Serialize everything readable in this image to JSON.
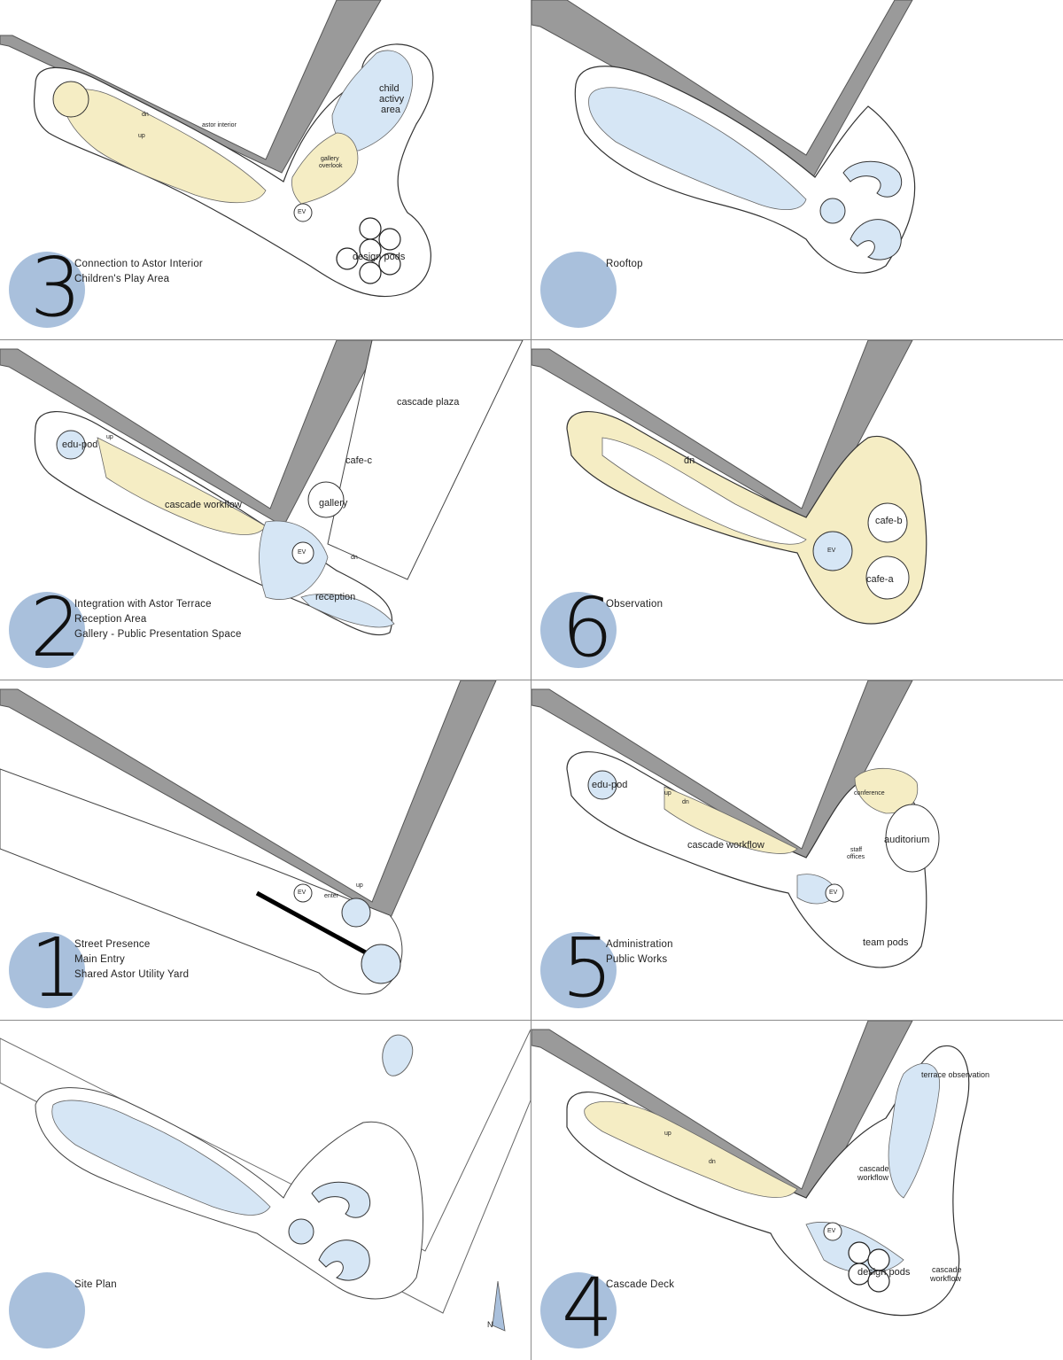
{
  "panels": [
    {
      "number": "3",
      "captions": [
        "Connection to Astor Interior",
        "Children's Play Area"
      ],
      "labels": {
        "astor_interior": "astor interior",
        "child_area": "child\nactivy\narea",
        "child_1": "child",
        "child_2": "activy",
        "child_3": "area",
        "gallery_1": "gallery",
        "gallery_2": "overlook",
        "design_pods": "design pods",
        "ev": "EV",
        "up": "up",
        "dn": "dn"
      }
    },
    {
      "number": "",
      "captions": [
        "Rooftop"
      ],
      "labels": {}
    },
    {
      "number": "2",
      "captions": [
        "Integration with Astor Terrace",
        "Reception Area",
        "Gallery - Public Presentation Space"
      ],
      "labels": {
        "edu_pod": "edu-pod",
        "cascade_workflow": "cascade workflow",
        "cascade_plaza": "cascade plaza",
        "cafe_c": "cafe-c",
        "gallery": "gallery",
        "reception": "reception",
        "ev": "EV",
        "up": "up",
        "dn": "dn"
      }
    },
    {
      "number": "6",
      "captions": [
        "Observation"
      ],
      "labels": {
        "dn": "dn",
        "cafe_b": "cafe-b",
        "cafe_a": "cafe-a",
        "ev": "EV"
      }
    },
    {
      "number": "1",
      "captions": [
        "Street Presence",
        "Main Entry",
        "Shared Astor Utility Yard"
      ],
      "labels": {
        "up": "up",
        "enter": "enter",
        "ev": "EV"
      }
    },
    {
      "number": "5",
      "captions": [
        "Administration",
        "Public Works"
      ],
      "labels": {
        "edu_pod": "edu-pod",
        "cascade_workflow": "cascade workflow",
        "conference": "conference",
        "auditorium": "auditorium",
        "staff_1": "staff",
        "staff_2": "offices",
        "team_pods": "team pods",
        "ev": "EV",
        "up": "up",
        "dn": "dn"
      }
    },
    {
      "number": "",
      "captions": [
        "Site Plan"
      ],
      "labels": {
        "north": "N"
      }
    },
    {
      "number": "4",
      "captions": [
        "Cascade Deck"
      ],
      "labels": {
        "terrace_observation": "terrace observation",
        "cw_a1": "cascade",
        "cw_a2": "workflow",
        "cw_b1": "cascade",
        "cw_b2": "workflow",
        "design_pods": "design pods",
        "ev": "EV",
        "up": "up",
        "dn": "dn"
      }
    }
  ],
  "colors": {
    "blue_fill": "#d6e6f5",
    "yellow_fill": "#f5edc4",
    "badge": "#a9c0dc",
    "wall": "#9a9a9a"
  }
}
